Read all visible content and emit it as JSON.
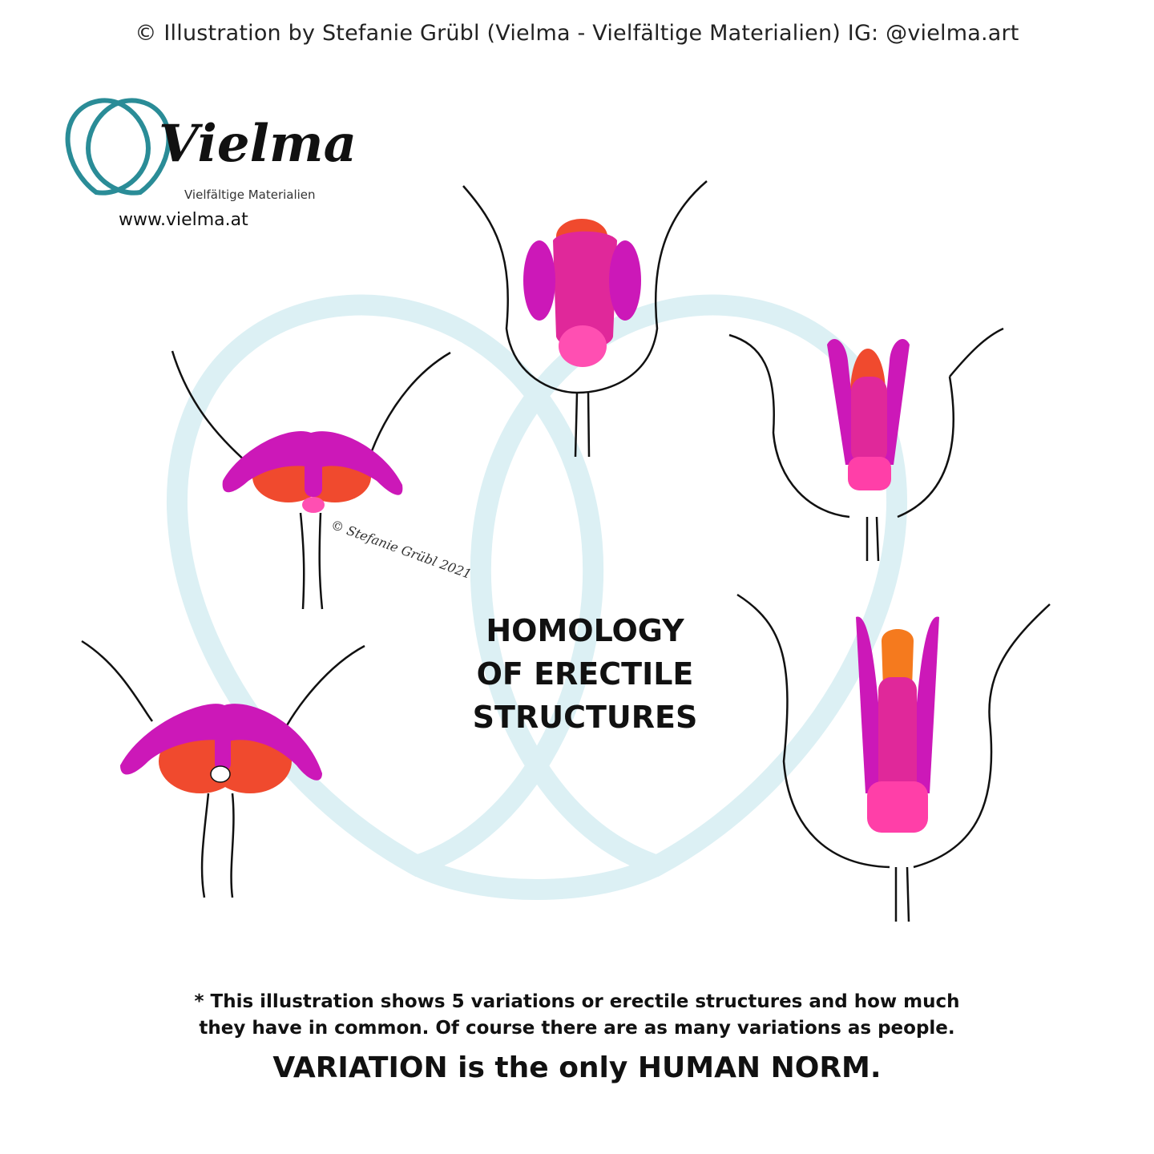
{
  "credit_line": "© Illustration by Stefanie Grübl (Vielma - Vielfältige Materialien) IG: @vielma.art",
  "logo": {
    "wordmark": "Vielma",
    "tagline": "Vielfältige Materialien",
    "url": "www.vielma.at",
    "color": "#2a8c97"
  },
  "signature": {
    "copyright_mark": "©",
    "name": "Stefanie Grübl",
    "year": "2021"
  },
  "title_lines": [
    "HOMOLOGY",
    "OF ERECTILE",
    "STRUCTURES"
  ],
  "note_lines": [
    "* This illustration shows 5 variations or erectile structures and how much",
    "they have in common. Of course there are as many variations as people."
  ],
  "motto": "VARIATION is the only HUMAN NORM.",
  "colors": {
    "magenta": "#cc18b8",
    "orange_red": "#f04a2e",
    "pink": "#ff4fb2",
    "outline": "#111111",
    "watermark": "#d8eef2"
  }
}
